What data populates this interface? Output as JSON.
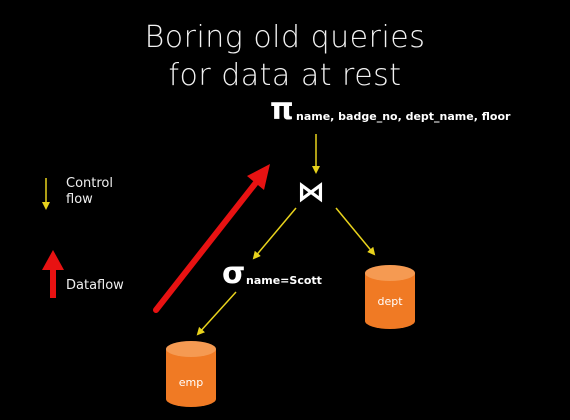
{
  "title": {
    "line1": "Boring old queries",
    "line2": "for data at rest"
  },
  "projection": {
    "symbol": "π",
    "attributes": "name, badge_no, dept_name, floor"
  },
  "join": {
    "symbol": "⋈"
  },
  "selection": {
    "symbol": "σ",
    "predicate": "name=Scott"
  },
  "tables": {
    "left": "emp",
    "right": "dept"
  },
  "legend": {
    "control_flow_line1": "Control",
    "control_flow_line2": "flow",
    "dataflow": "Dataflow"
  },
  "colors": {
    "background": "#000000",
    "control_flow_arrow": "#e8d21c",
    "dataflow_arrow": "#e81212",
    "database": "#f07a24",
    "text": "#ffffff"
  },
  "icons": [
    "arrow-down-icon",
    "arrow-up-icon",
    "database-icon"
  ]
}
